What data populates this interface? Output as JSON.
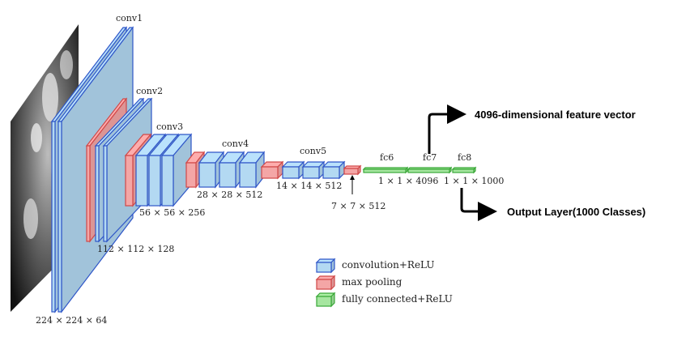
{
  "layers": {
    "conv1": "conv1",
    "conv2": "conv2",
    "conv3": "conv3",
    "conv4": "conv4",
    "conv5": "conv5",
    "fc6": "fc6",
    "fc7": "fc7",
    "fc8": "fc8"
  },
  "dims": {
    "d224": "224 × 224 × 64",
    "d112": "112 × 112 × 128",
    "d56": "56 × 56 × 256",
    "d28": "28 × 28 × 512",
    "d14": "14 × 14 × 512",
    "d7": "7 × 7 × 512",
    "d4096": "1 × 1 × 4096",
    "d1000": "1 × 1 × 1000"
  },
  "annotations": {
    "feature_vector": "4096-dimensional feature vector",
    "output_layer": "Output Layer(1000 Classes)"
  },
  "legend": {
    "conv": "convolution+ReLU",
    "pool": "max pooling",
    "fc": "fully connected+ReLU"
  },
  "colors": {
    "conv_fill": "#b3d9f2",
    "conv_stroke": "#2f56c8",
    "pool_fill": "#f4a6a6",
    "pool_stroke": "#d04848",
    "fc_fill": "#a6e6a0",
    "fc_stroke": "#3aa838"
  }
}
